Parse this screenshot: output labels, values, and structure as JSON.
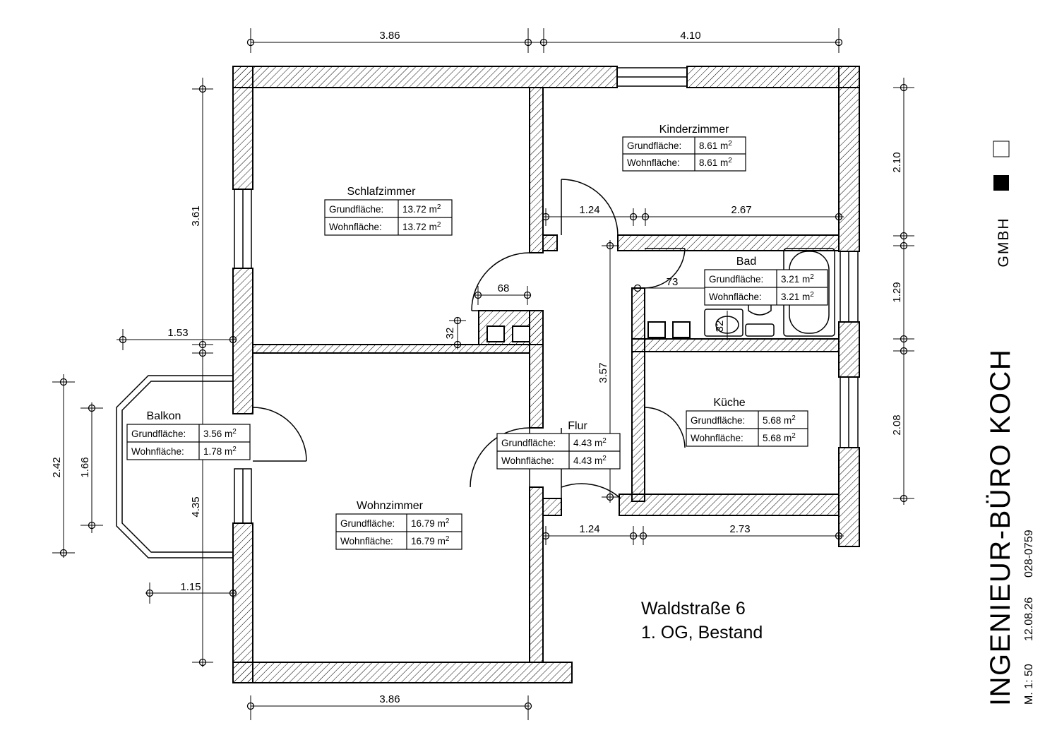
{
  "plan": {
    "address": "Waldstraße 6",
    "floor": "1. OG, Bestand"
  },
  "rooms": [
    {
      "key": "schlafzimmer",
      "name": "Schlafzimmer",
      "grund_label": "Grundfläche:",
      "grund": "13.72",
      "wohn_label": "Wohnfläche:",
      "wohn": "13.72",
      "unit": "m",
      "sup": "2"
    },
    {
      "key": "kinderzimmer",
      "name": "Kinderzimmer",
      "grund_label": "Grundfläche:",
      "grund": "8.61",
      "wohn_label": "Wohnfläche:",
      "wohn": "8.61",
      "unit": "m",
      "sup": "2"
    },
    {
      "key": "bad",
      "name": "Bad",
      "grund_label": "Grundfläche:",
      "grund": "3.21",
      "wohn_label": "Wohnfläche:",
      "wohn": "3.21",
      "unit": "m",
      "sup": "2"
    },
    {
      "key": "kueche",
      "name": "Küche",
      "grund_label": "Grundfläche:",
      "grund": "5.68",
      "wohn_label": "Wohnfläche:",
      "wohn": "5.68",
      "unit": "m",
      "sup": "2"
    },
    {
      "key": "flur",
      "name": "Flur",
      "grund_label": "Grundfläche:",
      "grund": "4.43",
      "wohn_label": "Wohnfläche:",
      "wohn": "4.43",
      "unit": "m",
      "sup": "2"
    },
    {
      "key": "balkon",
      "name": "Balkon",
      "grund_label": "Grundfläche:",
      "grund": "3.56",
      "wohn_label": "Wohnfläche:",
      "wohn": "1.78",
      "unit": "m",
      "sup": "2"
    },
    {
      "key": "wohnzimmer",
      "name": "Wohnzimmer",
      "grund_label": "Grundfläche:",
      "grund": "16.79",
      "wohn_label": "Wohnfläche:",
      "wohn": "16.79",
      "unit": "m",
      "sup": "2"
    }
  ],
  "dimensions": {
    "top_left": "3.86",
    "top_right": "4.10",
    "bottom": "3.86",
    "left_upper": "3.61",
    "left_lower": "4.35",
    "balkon_outer": "2.42",
    "balkon_inner": "1.66",
    "sill_upper": "1.53",
    "sill_lower": "1.15",
    "right_top": "2.10",
    "right_mid": "1.29",
    "right_low": "2.08",
    "flur_top_w": "1.24",
    "kinder_w": "2.67",
    "flur_bot_w": "1.24",
    "kueche_w": "2.73",
    "flur_h": "3.57",
    "door_68": "68",
    "door_73": "73",
    "small_32a": "32",
    "small_32b": "32"
  },
  "title_block": {
    "company": "INGENIEUR-BÜRO KOCH",
    "gmbh": "GMBH",
    "scale": "M. 1: 50",
    "date": "12.08.26",
    "number": "028-0759"
  }
}
